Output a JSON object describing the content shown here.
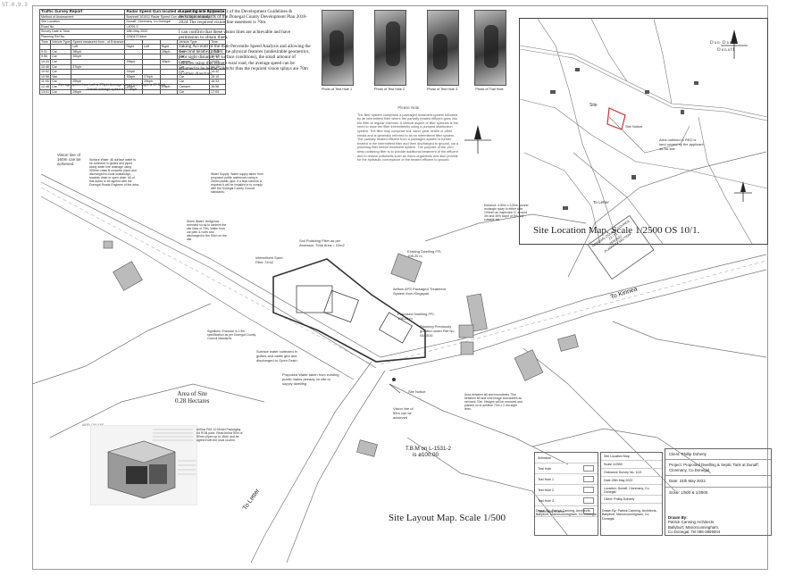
{
  "corner_id": "5T.0.9.3",
  "traffic_survey": {
    "title": "Traffic Survey Report",
    "header_note": "Radar Speed Gun located in existing site Entrance",
    "rows": [
      [
        "Method of Assessment",
        "Bushnell 101911 Radar Speed Gun with +/- 1kph accuracy"
      ],
      [
        "Site Location",
        "Dunaff, Clonmany, Co Donegal"
      ],
      [
        "Road No.",
        "L4091-0"
      ],
      [
        "Survey Date & Time",
        "18th May 2022"
      ],
      [
        "Planning Ref No.",
        "2250473 tidon"
      ]
    ],
    "col_headers": [
      "Time",
      "Vehicle Type",
      "Speed measured from - of Entrance",
      "",
      "",
      "",
      "Vehicle Type",
      "Time"
    ],
    "sub_headers": [
      "",
      "",
      "Left",
      "Right",
      "Left",
      "Right",
      "",
      ""
    ],
    "data": [
      [
        "9:31",
        "Car",
        "28kph",
        "",
        "",
        "28kph",
        "Van",
        "13:13"
      ],
      [
        "9:56",
        "Car",
        "30kph",
        "",
        "",
        "",
        "Car",
        "13:57"
      ],
      [
        "10:43",
        "Car",
        "",
        "29kph",
        "",
        "30kph",
        "Camper",
        "14:09"
      ],
      [
        "10:46",
        "Car",
        "27kph",
        "",
        "",
        "",
        "Car",
        "14:15"
      ],
      [
        "10:52",
        "Car",
        "",
        "31kph",
        "",
        "",
        "Car",
        "14:32"
      ],
      [
        "10:56",
        "Van",
        "",
        "30kph",
        "27kph",
        "",
        "Car",
        "15:10"
      ],
      [
        "11:05",
        "Car",
        "29kph",
        "",
        "29kph",
        "",
        "Car",
        "16:33"
      ],
      [
        "12:48",
        "Car",
        "",
        "28kph",
        "",
        "29kph",
        "Camper",
        "16:58"
      ],
      [
        "13:01",
        "Car",
        "29kph",
        "",
        "",
        "",
        "Car",
        "17:05"
      ]
    ],
    "avg_line": "Average speed from Left is 27kph     Average speed from Right is 27.3kph",
    "overall_line": "Overall average speed is 27.6kph"
  },
  "guideline_text": [
    "As per Table 3 Appendix 3 of the Development Guidelines & Technical Standards of the Donegal County Development Plan 2018-2024 The required vision line easement is 70m.",
    "I can confirm that these vision lines are achievable and have permission to obtain them.",
    "Taking Account of the 85th Percentile Speed Analysis and allowing the 4 second headway filter, the physical features (undesirable geometrics, poor sight distance, or surface conditions), the small amount of vehicles using this remote rural road, the average speed can be assumed to be below 50km/hr thus the required vision splays are 70m in either direction."
  ],
  "photos": [
    {
      "caption": "Photo of Test Hole 1"
    },
    {
      "caption": "Photo of Test Hole 2"
    },
    {
      "caption": "Photo of Test Hole 3"
    },
    {
      "caption": "Photo of Trial Hole"
    }
  ],
  "location_map": {
    "place_name_1": "Dun Damh",
    "place_name_2": "Dunaff",
    "site_label": "Site",
    "notice_label": "Site Notice.",
    "outline_note": "Area outlined in RED is land owned by the applicant as his site.",
    "to_letter": "To Letter",
    "title": "Site Location Map. Scale 1/2500 OS 10/1."
  },
  "please_note": {
    "heading": "Please Note.",
    "body": "The filter system comprises a packaged treatment system followed by an intermittent filter where the partially treated effluent goes into the filter at regular intervals. A vertical aspect of filter systems is the need to dose the filter intermittently using a pumped distribution system. The filter may comprise soil, sand, peat, textile or other media and is generally referred to as an intermittent filter system. The partially treated effluent from a packaged system is further treated in the intermittent filter and then discharged to ground, via a polishing filter before treatment system. The purpose of the 15m deep polishing filter is to provide additional treatment of the effluent and to reduce pollutants such as micro-organisms and also provide for the hydraulic conveyance of the treated effluent to ground."
  },
  "annotations": {
    "vision_left": "Vision line of 160m can be achieved",
    "vision_right": "Vision line of 55m can be achieved",
    "surface_water": "Surface Water: All surface water to be collected in gullies and piped along water line drainage using 300mm class B concrete pipes and discharged to local soakaways towards drain or open drain. All of this works to be agreed with the Donegal Roads Engineer of the area.",
    "water_main": "Water Supply: Water supply taken from proposed public watermain using a 25mm plastic pipe. If a final scheme is required it will be installed in to comply with the Donegal County Council standards.",
    "storm": "Storm Water: Hedgerow removed so as to achieve the site lines of 70m. Water from car park & roofs and discharged in the Ditch on the site.",
    "polish_filter": "Soil Polishing Filter as per Assessor. Total Area = 22m2",
    "existing_dwelling": "Existing Dwelling FFL 108.20 m",
    "entrance_note": "Entrance: 4.80m x 3.00m ground rectangle splay to either side. 100mm an inspection IC around 3m and 45% slope of 9% and suitable fall.",
    "intermittent": "Intermittent Sand Filter 72m2",
    "airflow": "Airflow APS Packaged Treatment System from Kingspan",
    "proposed_dwelling": "Proposed Dwelling FFL 108.20 m",
    "planning_prev": "Planning Previously granted under Ref No. 04/4515",
    "sight_note": "Sightlines: Entrance is 1.5m specification as per Donegal County Council standards.",
    "surface_water_2": "Surface water collected in gullies and cattle grid and discharged to Open Drain.",
    "proposed_water": "Proposed Water taken from existing public mains already on site to supply dwelling",
    "site_notice": "Site Notice.",
    "hedge_note": "Area between sill and boundaries 70m between sill and new hedge boundaries as set back 70m. Hedges will be removed and planted so to achieve 70m x 2.4m sight lines.",
    "area_label": "Area of Site",
    "area_value": "0.28 Hectares",
    "tbm_line1": "T.B.M on L-1531-2",
    "tbm_line2": "is ø100.00",
    "to_kinnea": "To Kinnea",
    "to_letter": "To Letter",
    "tank_heading": "AIRFLOW APS",
    "tank_caption": "Airflow PAS 10 Model Packaging Kit ROB pack. Read below 80m of 80mm pipes up to 45cm and be agreed with the local council."
  },
  "stamp": {
    "line1": "DONEGAL COUNTY COUNCIL",
    "line2": "22 / 51",
    "line3": "25/5/2022",
    "line4": "PLANNING SECTION"
  },
  "schedule": {
    "rows": [
      "Schedule",
      "Trial Hole",
      "Test Hole 1",
      "Test Hole 2",
      "Test Hole 3",
      "Trees local to area"
    ]
  },
  "project_box": {
    "rows": [
      "Site Location Map",
      "Scale 1/2500",
      "Ordnance Survey No. 10/1",
      "Date 25th May 2022",
      "Location: Dunaff, Clonmany, Co. Donegal",
      "Client: Phillip Doherty"
    ]
  },
  "drawn_by_small": "Drawn By: Patrick Canning, Architects, Ballyburt, Manorcunningham, Co. Donegal.",
  "client": {
    "client_line": "Client: Phillip Doherty",
    "project_line": "Project: Proposed Dwelling & Septic Tank at Dunaff, Clonmany, Co.Donegal.",
    "date_line": "Date: 24th May 2022",
    "scale_line": "Scale: 1/500 & 1/2500.",
    "drawn_heading": "Drawn By:",
    "drawn_name": "Patrick Canning Architects",
    "drawn_address": "Ballyburt, Manorcunningham,",
    "drawn_contact": "Co.Donegal. Tel 086-3859004"
  },
  "layout_title": "Site Layout Map. Scale 1/500"
}
